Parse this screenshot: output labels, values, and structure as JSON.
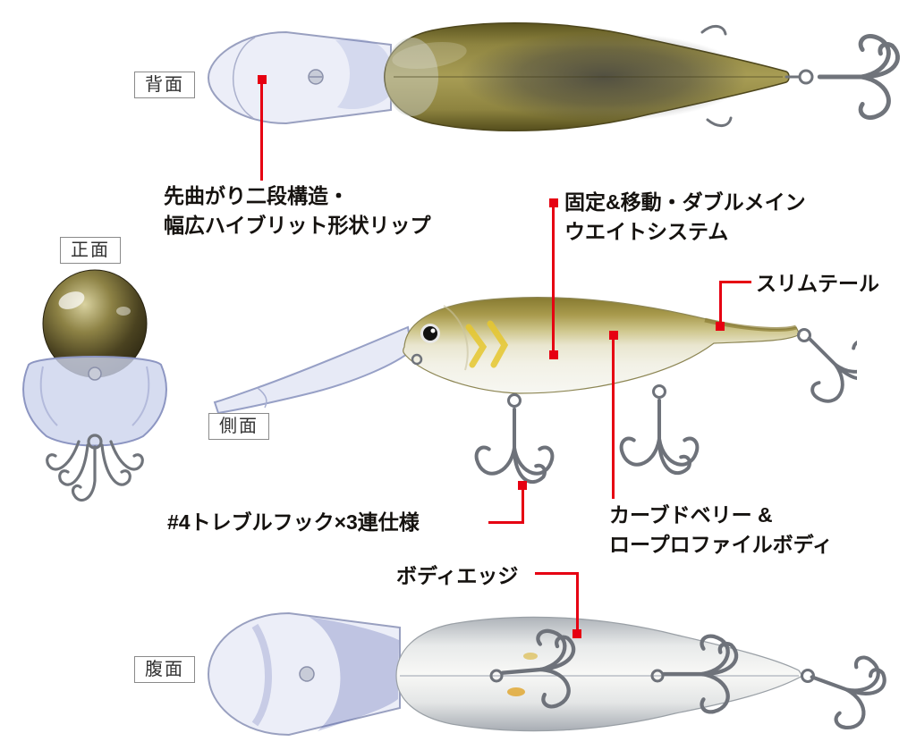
{
  "accent_color": "#e60012",
  "views": {
    "back": {
      "label": "背面"
    },
    "front": {
      "label": "正面"
    },
    "side": {
      "label": "側面"
    },
    "belly": {
      "label": "腹面"
    }
  },
  "annotations": {
    "lip": {
      "line1": "先曲がり二段構造・",
      "line2": "幅広ハイブリット形状リップ"
    },
    "weight": {
      "line1": "固定&移動・ダブルメイン",
      "line2": "ウエイトシステム"
    },
    "slim_tail": {
      "label": "スリムテール"
    },
    "treble_hooks": {
      "label": "#4トレブルフック×3連仕様"
    },
    "curved_belly": {
      "line1": "カーブドベリー &",
      "line2": "ロープロファイルボディ"
    },
    "body_edge": {
      "label": "ボディエッジ"
    }
  }
}
